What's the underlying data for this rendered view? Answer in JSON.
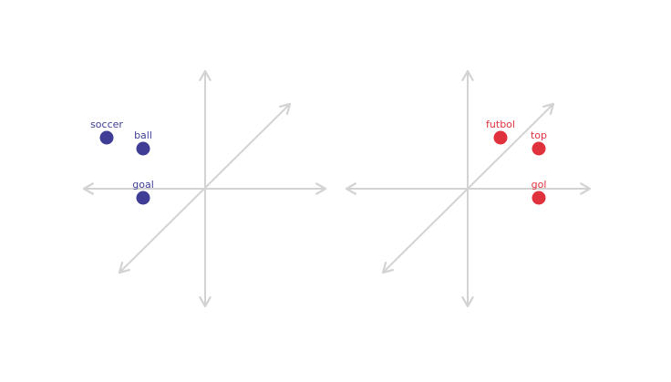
{
  "colors": {
    "axis": "#d3d3d3",
    "blue": "#3f3d96",
    "red": "#e0323d",
    "background": "#ffffff"
  },
  "panels": [
    {
      "id": "left",
      "color_key": "blue",
      "points": [
        {
          "label": "soccer",
          "x": -2.7,
          "y": 1.4
        },
        {
          "label": "ball",
          "x": -1.7,
          "y": 1.1
        },
        {
          "label": "goal",
          "x": -1.7,
          "y": -0.25
        }
      ]
    },
    {
      "id": "right",
      "color_key": "red",
      "points": [
        {
          "label": "futbol",
          "x": 0.9,
          "y": 1.4
        },
        {
          "label": "top",
          "x": 1.95,
          "y": 1.1
        },
        {
          "label": "gol",
          "x": 1.95,
          "y": -0.25
        }
      ]
    }
  ]
}
